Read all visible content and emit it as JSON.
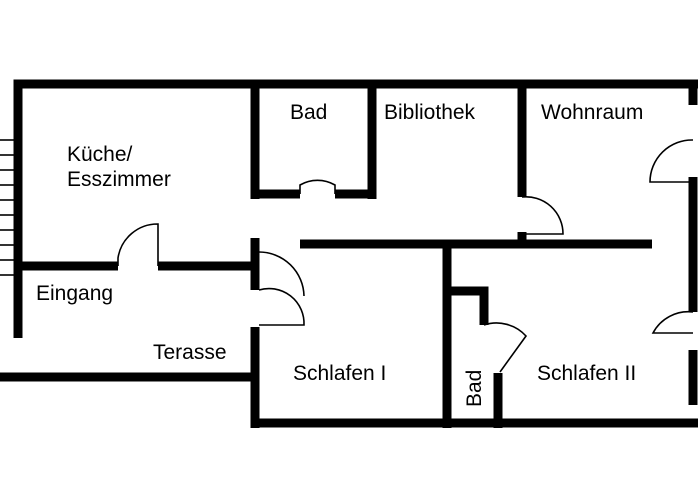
{
  "floorplan": {
    "rooms": {
      "kitchen_line1": "Küche/",
      "kitchen_line2": "Esszimmer",
      "bath_upper": "Bad",
      "library": "Bibliothek",
      "living": "Wohnraum",
      "entrance": "Eingang",
      "terrace": "Terasse",
      "bedroom1": "Schlafen I",
      "bath_lower": "Bad",
      "bedroom2": "Schlafen II"
    },
    "colors": {
      "wall": "#000000",
      "background": "#ffffff"
    }
  }
}
